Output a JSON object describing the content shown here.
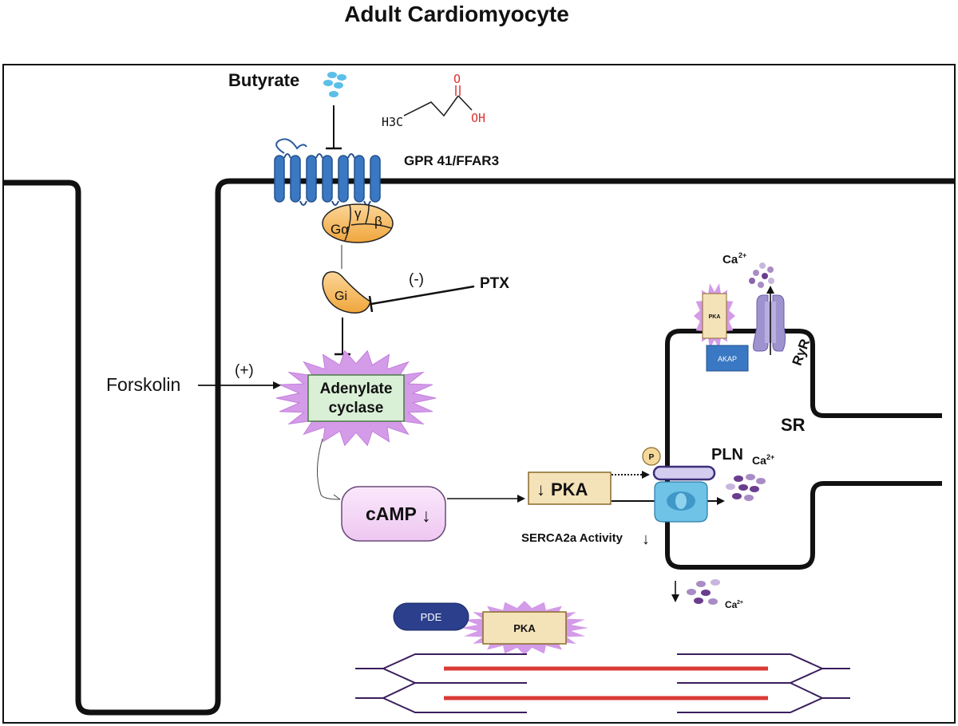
{
  "title": "Adult Cardiomyocyte",
  "ligand": {
    "name": "Butyrate",
    "formula_left": "H3C",
    "formula_o": "O",
    "formula_oh": "OH"
  },
  "receptor": {
    "name": "GPR 41/FFAR3",
    "g_alpha": "Gα",
    "g_gamma": "γ",
    "g_beta": "β",
    "gi": "Gi"
  },
  "inhibitor": {
    "name": "PTX",
    "effect": "(-)"
  },
  "activator": {
    "name": "Forskolin",
    "effect": "(+)"
  },
  "enzyme": {
    "line1": "Adenylate",
    "line2": "cyclase"
  },
  "camp": {
    "label": "cAMP",
    "arrow": "↓"
  },
  "pka_main": {
    "arrow": "↓",
    "label": "PKA"
  },
  "serca": {
    "label": "SERCA2a Activity",
    "arrow": "↓"
  },
  "phospho": "P",
  "pln": "PLN",
  "ca": {
    "base": "Ca",
    "sup": "2+"
  },
  "sr": "SR",
  "ryr": "RyR",
  "akap": "AKAP",
  "pka_small": "PKA",
  "pde": "PDE",
  "pka_bottom": "PKA",
  "colors": {
    "receptor": "#3a78c3",
    "g_protein": "#f2b24d",
    "burst": "#d49be8",
    "adenylate_fill": "#d9f0d6",
    "camp_fill": "#f3d9f6",
    "pka_fill": "#f4e2b8",
    "ca_dots": "#6b3d8e",
    "ryr": "#9f93cf",
    "pde": "#2b3f8c",
    "actin": "#d93a36",
    "myosin": "#3a1e5c"
  }
}
